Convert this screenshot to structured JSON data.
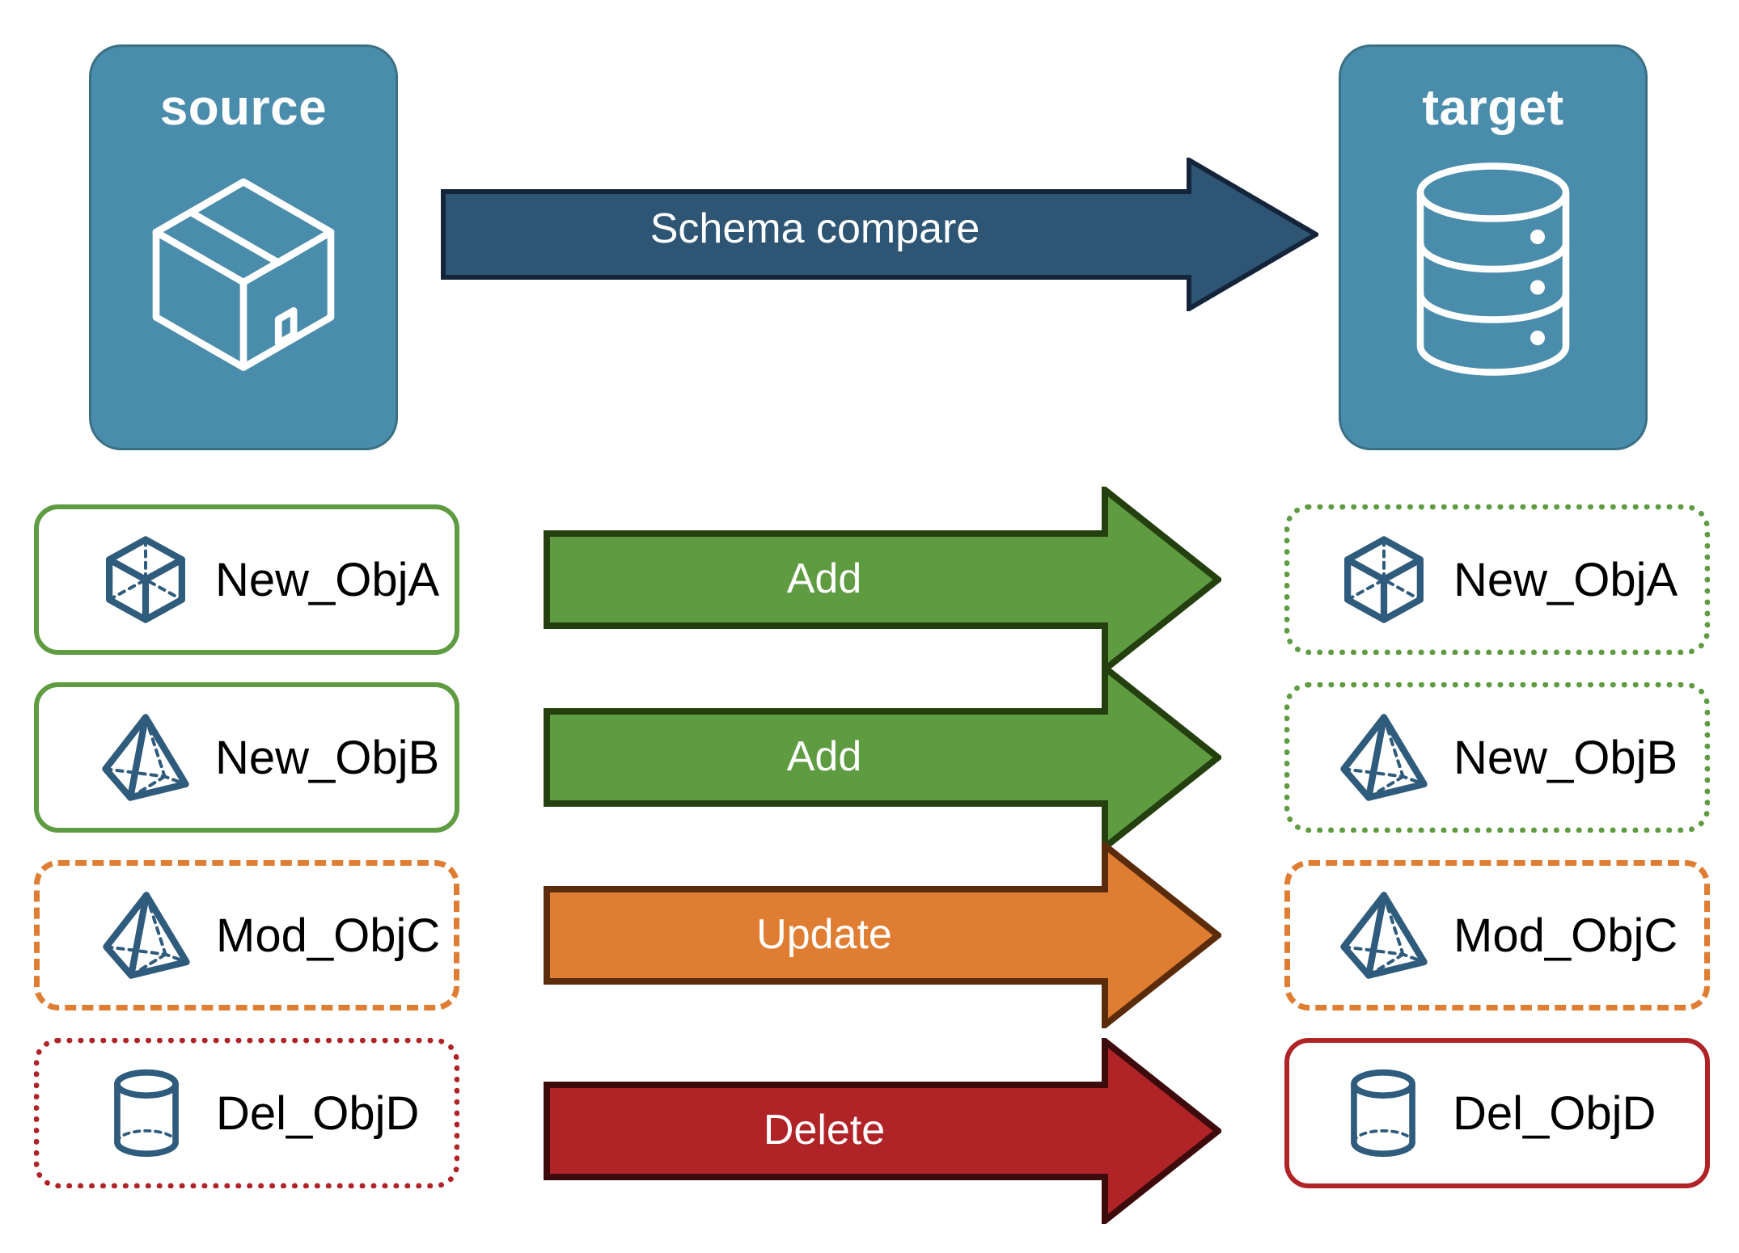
{
  "diagram": {
    "title": "Schema compare source to target",
    "colors": {
      "endpoint_fill": "#4a8cab",
      "endpoint_stroke": "#3a7084",
      "compare_arrow_fill": "#2e5674",
      "compare_arrow_stroke": "#14243a",
      "add_fill": "#5e9b41",
      "add_stroke": "#24400f",
      "update_fill": "#df7e33",
      "update_stroke": "#5b2c0c",
      "delete_fill": "#b02428",
      "delete_stroke": "#3d0b0c",
      "object_icon": "#2f5b7c",
      "label_text": "#000000"
    }
  },
  "endpoints": {
    "source": {
      "title": "source",
      "icon": "package-box-icon"
    },
    "target": {
      "title": "target",
      "icon": "database-cylinder-icon"
    }
  },
  "compare_arrow": {
    "label": "Schema compare",
    "direction": "right"
  },
  "rows": [
    {
      "action": "Add",
      "action_color": "#5e9b41",
      "source": {
        "label": "New_ObjA",
        "icon": "cube-wireframe-icon",
        "border_style": "solid",
        "border_color": "#5e9b41"
      },
      "target": {
        "label": "New_ObjA",
        "icon": "cube-wireframe-icon",
        "border_style": "dotted",
        "border_color": "#5e9b41"
      }
    },
    {
      "action": "Add",
      "action_color": "#5e9b41",
      "source": {
        "label": "New_ObjB",
        "icon": "pyramid-wireframe-icon",
        "border_style": "solid",
        "border_color": "#5e9b41"
      },
      "target": {
        "label": "New_ObjB",
        "icon": "pyramid-wireframe-icon",
        "border_style": "dotted",
        "border_color": "#5e9b41"
      }
    },
    {
      "action": "Update",
      "action_color": "#df7e33",
      "source": {
        "label": "Mod_ObjC",
        "icon": "pyramid-wireframe-icon",
        "border_style": "dashed",
        "border_color": "#df7e33"
      },
      "target": {
        "label": "Mod_ObjC",
        "icon": "pyramid-wireframe-icon",
        "border_style": "dashed",
        "border_color": "#df7e33"
      }
    },
    {
      "action": "Delete",
      "action_color": "#b02428",
      "source": {
        "label": "Del_ObjD",
        "icon": "cylinder-wireframe-icon",
        "border_style": "dotted",
        "border_color": "#b02428"
      },
      "target": {
        "label": "Del_ObjD",
        "icon": "cylinder-wireframe-icon",
        "border_style": "solid",
        "border_color": "#b02428"
      }
    }
  ]
}
